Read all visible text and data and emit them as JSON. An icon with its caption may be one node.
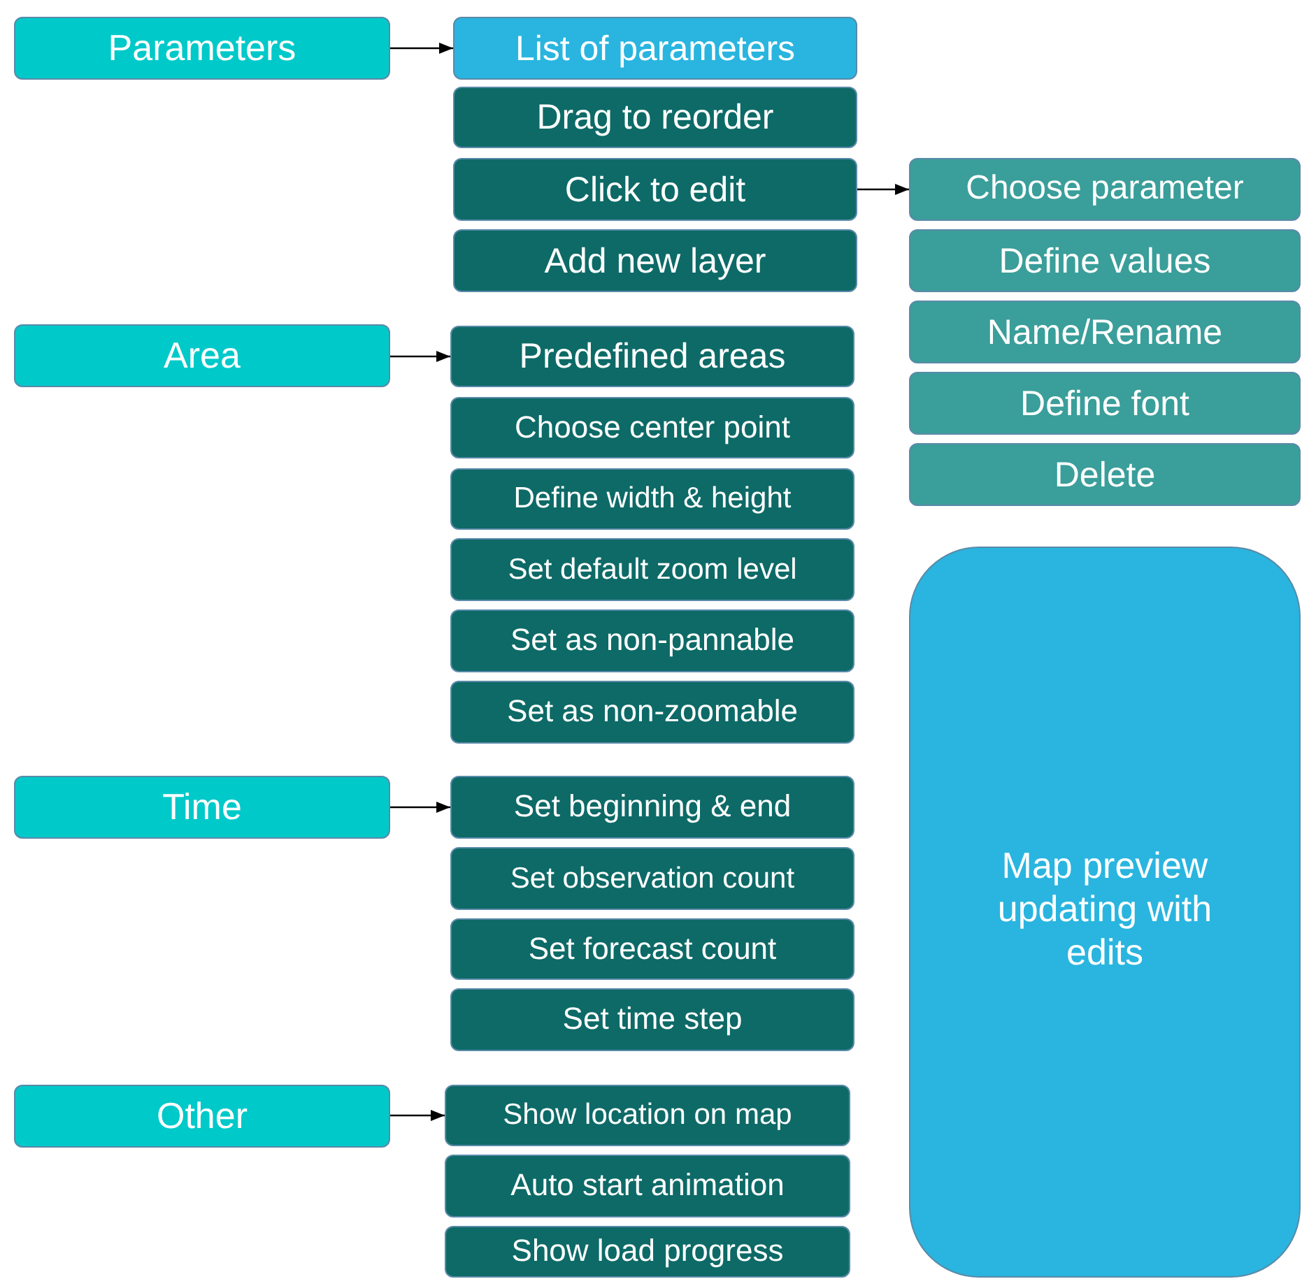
{
  "diagram": {
    "nodes": [
      {
        "text": [
          "Parameters"
        ]
      },
      {
        "text": [
          "List of parameters"
        ]
      },
      {
        "text": [
          "Drag to reorder"
        ]
      },
      {
        "text": [
          "Click to edit"
        ]
      },
      {
        "text": [
          "Add new layer"
        ]
      },
      {
        "text": [
          "Choose parameter"
        ]
      },
      {
        "text": [
          "Define values"
        ]
      },
      {
        "text": [
          "Name/Rename"
        ]
      },
      {
        "text": [
          "Define font"
        ]
      },
      {
        "text": [
          "Delete"
        ]
      },
      {
        "text": [
          "Area"
        ]
      },
      {
        "text": [
          "Predefined areas"
        ]
      },
      {
        "text": [
          "Choose center point"
        ]
      },
      {
        "text": [
          "Define width & height"
        ]
      },
      {
        "text": [
          "Set default zoom level"
        ]
      },
      {
        "text": [
          "Set as non-pannable"
        ]
      },
      {
        "text": [
          "Set as non-zoomable"
        ]
      },
      {
        "text": [
          "Time"
        ]
      },
      {
        "text": [
          "Set beginning & end"
        ]
      },
      {
        "text": [
          "Set observation count"
        ]
      },
      {
        "text": [
          "Set forecast count"
        ]
      },
      {
        "text": [
          "Set time step"
        ]
      },
      {
        "text": [
          "Other"
        ]
      },
      {
        "text": [
          "Show location on map"
        ]
      },
      {
        "text": [
          "Auto start animation"
        ]
      },
      {
        "text": [
          "Show load progress"
        ]
      },
      {
        "text": [
          "Map preview updating with edits"
        ]
      }
    ],
    "edges": [
      {
        "from": 0,
        "to": 1,
        "arrow": "to"
      },
      {
        "from": 3,
        "to": 5,
        "arrow": "to"
      },
      {
        "from": 10,
        "to": 11,
        "arrow": "to"
      },
      {
        "from": 17,
        "to": 18,
        "arrow": "to"
      },
      {
        "from": 22,
        "to": 23,
        "arrow": "to"
      }
    ]
  }
}
